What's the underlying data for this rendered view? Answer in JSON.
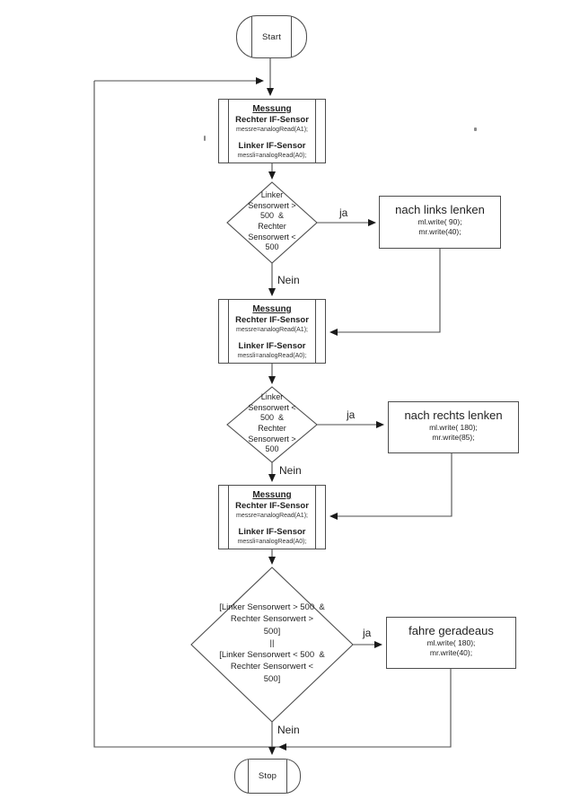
{
  "labels": {
    "yes": "ja",
    "no": "Nein"
  },
  "nodes": {
    "start": {
      "label": "Start"
    },
    "stop": {
      "label": "Stop"
    },
    "messung": {
      "title": "Messung",
      "sensor1": "Rechter IF-Sensor",
      "code1": "messre=analogRead(A1);",
      "sensor2": "Linker IF-Sensor",
      "code2": "messli=analogRead(A0);"
    },
    "decision1": {
      "lines": [
        "Linker",
        "Sensorwert >",
        "500  &",
        "Rechter",
        "Sensorwert <",
        "500"
      ]
    },
    "decision2": {
      "lines": [
        "Linker",
        "Sensorwert <",
        "500  &",
        "Rechter",
        "Sensorwert >",
        "500"
      ]
    },
    "decision3": {
      "lines": [
        "[Linker Sensorwert > 500  &",
        "Rechter Sensorwert >",
        "500]",
        "||",
        "[Linker Sensorwert < 500  &",
        "Rechter Sensorwert <",
        "500]"
      ]
    },
    "action_left": {
      "title": "nach links lenken",
      "code1": "ml.write( 90);",
      "code2": "mr.write(40);"
    },
    "action_right": {
      "title": "nach rechts lenken",
      "code1": "ml.write( 180);",
      "code2": "mr.write(85);"
    },
    "action_straight": {
      "title": "fahre geradeaus",
      "code1": "ml.write( 180);",
      "code2": "mr.write(40);"
    }
  },
  "colors": {
    "line": "#4d4d4d",
    "arrow": "#1a1a1a",
    "text": "#1f1f1f",
    "background": "#ffffff"
  }
}
